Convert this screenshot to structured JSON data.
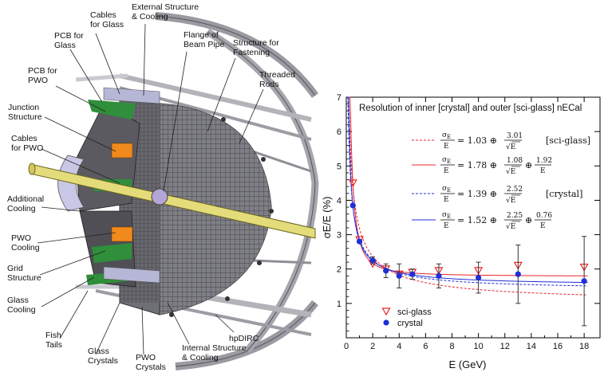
{
  "diagram": {
    "labels": [
      {
        "id": "pcb-glass",
        "lines": [
          "PCB for",
          "Glass"
        ]
      },
      {
        "id": "cables-glass",
        "lines": [
          "Cables",
          "for Glass"
        ]
      },
      {
        "id": "external-structure",
        "lines": [
          "External Structure",
          "& Cooling"
        ]
      },
      {
        "id": "flange",
        "lines": [
          "Flange of",
          "Beam Pipe"
        ]
      },
      {
        "id": "structure-fastening",
        "lines": [
          "Structure for",
          "Fastening"
        ]
      },
      {
        "id": "threaded-rods",
        "lines": [
          "Threaded",
          "Rods"
        ]
      },
      {
        "id": "pcb-pwo",
        "lines": [
          "PCB for",
          "PWO"
        ]
      },
      {
        "id": "junction",
        "lines": [
          "Junction",
          "Structure"
        ]
      },
      {
        "id": "cables-pwo",
        "lines": [
          "Cables",
          "for PWO"
        ]
      },
      {
        "id": "additional-cooling",
        "lines": [
          "Additional",
          "Cooling"
        ]
      },
      {
        "id": "pwo-cooling",
        "lines": [
          "PWO",
          "Cooling"
        ]
      },
      {
        "id": "grid-structure",
        "lines": [
          "Grid",
          "Structure"
        ]
      },
      {
        "id": "glass-cooling",
        "lines": [
          "Glass",
          "Cooling"
        ]
      },
      {
        "id": "fish-tails",
        "lines": [
          "Fish",
          "Tails"
        ]
      },
      {
        "id": "glass-crystals",
        "lines": [
          "Glass",
          "Crystals"
        ]
      },
      {
        "id": "pwo-crystals",
        "lines": [
          "PWO",
          "Crystals"
        ]
      },
      {
        "id": "internal-structure",
        "lines": [
          "Internal Structure",
          "& Cooling"
        ]
      },
      {
        "id": "hpdirc",
        "lines": [
          "hpDIRC"
        ]
      }
    ]
  },
  "chart_data": {
    "type": "scatter",
    "title": "Resolution of inner [crystal] and outer [sci-glass] nECal",
    "xlabel": "E (GeV)",
    "ylabel": "σE/E (%)",
    "xlim": [
      0,
      19.2
    ],
    "ylim": [
      0,
      7
    ],
    "xticks": [
      0,
      2,
      4,
      6,
      8,
      10,
      12,
      14,
      16,
      18
    ],
    "yticks": [
      1,
      2,
      3,
      4,
      5,
      6,
      7
    ],
    "series": [
      {
        "name": "sci-glass",
        "marker": "triangle-down",
        "color": "#e8262b",
        "x": [
          0.5,
          1,
          2,
          3,
          4,
          5,
          7,
          10,
          13,
          18
        ],
        "y": [
          4.5,
          2.85,
          2.15,
          2.0,
          1.85,
          1.9,
          1.95,
          1.95,
          2.1,
          2.05
        ],
        "err": [
          0,
          0,
          0,
          0,
          0,
          0,
          0,
          0,
          0,
          0
        ]
      },
      {
        "name": "crystal",
        "marker": "circle",
        "color": "#1f2fd6",
        "x": [
          0.5,
          1,
          2,
          3,
          4,
          5,
          7,
          10,
          13,
          18
        ],
        "y": [
          3.85,
          2.8,
          2.25,
          1.95,
          1.8,
          1.85,
          1.8,
          1.75,
          1.85,
          1.65
        ],
        "err": [
          0,
          0,
          0.1,
          0.2,
          0.35,
          0.15,
          0.35,
          0.45,
          0.85,
          1.3
        ]
      }
    ],
    "fits": [
      {
        "color": "#e8262b",
        "dash": true,
        "a": 1.03,
        "b": 3.01,
        "c": 0,
        "lhs": "σE/E",
        "eq": "= 1.03 ⊕",
        "stoch": "3.01",
        "const": "",
        "tag": "[sci-glass]"
      },
      {
        "color": "#e8262b",
        "dash": false,
        "a": 1.78,
        "b": 1.08,
        "c": 1.92,
        "lhs": "σE/E",
        "eq": "= 1.78 ⊕",
        "stoch": "1.08",
        "const": "1.92",
        "tag": ""
      },
      {
        "color": "#1f2fd6",
        "dash": true,
        "a": 1.39,
        "b": 2.52,
        "c": 0,
        "lhs": "σE/E",
        "eq": "= 1.39 ⊕",
        "stoch": "2.52",
        "const": "",
        "tag": "[crystal]"
      },
      {
        "color": "#1f2fd6",
        "dash": false,
        "a": 1.52,
        "b": 2.25,
        "c": 0.76,
        "lhs": "σE/E",
        "eq": "= 1.52 ⊕",
        "stoch": "2.25",
        "const": "0.76",
        "tag": ""
      }
    ]
  }
}
